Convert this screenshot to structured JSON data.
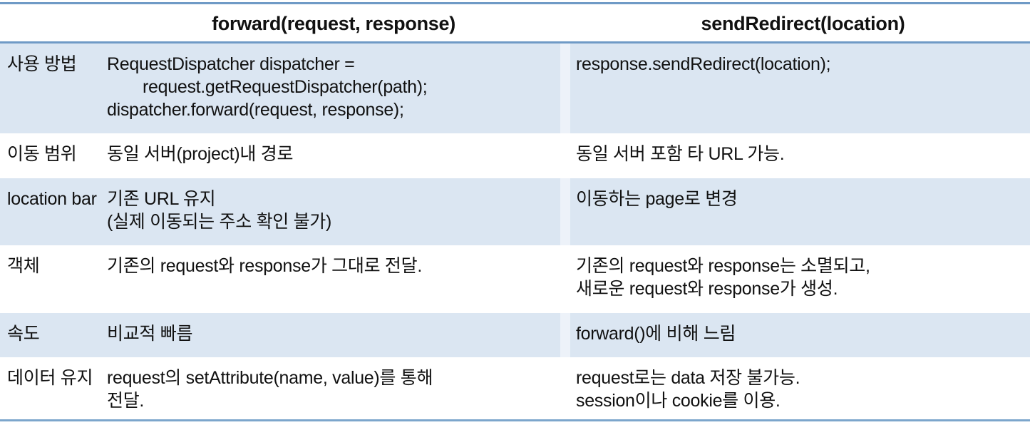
{
  "title": "forward vs sendRedirect comparison table",
  "table": {
    "headers": {
      "label": "",
      "forward": "forward(request, response)",
      "redirect": "sendRedirect(location)"
    },
    "rows": [
      {
        "label": "사용 방법",
        "shaded": true,
        "forward_lines": [
          "RequestDispatcher dispatcher =",
          "request.getRequestDispatcher(path);",
          "dispatcher.forward(request, response);"
        ],
        "redirect_lines": [
          "response.sendRedirect(location);"
        ]
      },
      {
        "label": "이동 범위",
        "shaded": false,
        "forward_lines": [
          "동일 서버(project)내 경로"
        ],
        "redirect_lines": [
          "동일 서버 포함 타 URL 가능."
        ]
      },
      {
        "label": "location bar",
        "shaded": true,
        "forward_lines": [
          "기존 URL 유지",
          "(실제 이동되는 주소 확인 불가)"
        ],
        "redirect_lines": [
          "이동하는 page로 변경"
        ]
      },
      {
        "label": "객체",
        "shaded": false,
        "forward_lines": [
          "기존의 request와 response가 그대로 전달."
        ],
        "redirect_lines": [
          "기존의 request와 response는 소멸되고,",
          "새로운 request와 response가 생성."
        ]
      },
      {
        "label": "속도",
        "shaded": true,
        "forward_lines": [
          "비교적 빠름"
        ],
        "redirect_lines": [
          "forward()에 비해 느림"
        ]
      },
      {
        "label": "데이터 유지",
        "shaded": false,
        "forward_lines": [
          "request의 setAttribute(name, value)를 통해",
          "전달."
        ],
        "redirect_lines": [
          "request로는 data 저장 불가능.",
          "session이나 cookie를 이용."
        ]
      }
    ]
  },
  "colors": {
    "row_shade": "#dbe6f2",
    "column_gap_shade": "#edf2f9",
    "rule_blue": "#6f9ac6",
    "bottom_rule_blue": "#7ca6cc",
    "text": "#111111"
  }
}
